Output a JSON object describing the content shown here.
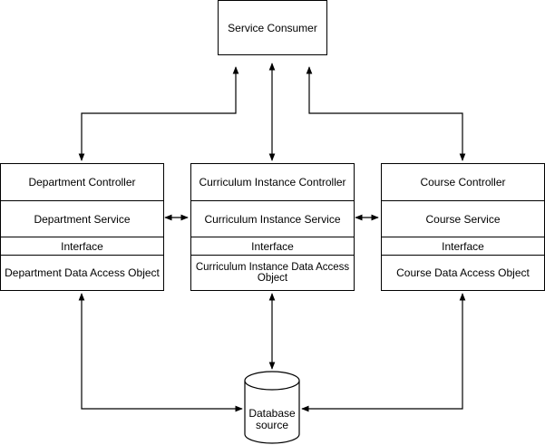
{
  "consumer": {
    "label": "Service Consumer"
  },
  "columns": [
    {
      "controller": "Department Controller",
      "service": "Department Service",
      "interface": "Interface",
      "dao": "Department Data Access Object"
    },
    {
      "controller": "Curriculum Instance Controller",
      "service": "Curriculum Instance Service",
      "interface": "Interface",
      "dao": "Curriculum Instance Data Access Object"
    },
    {
      "controller": "Course Controller",
      "service": "Course Service",
      "interface": "Interface",
      "dao": "Course Data Access Object"
    }
  ],
  "database": {
    "label_line1": "Database",
    "label_line2": "source"
  },
  "colors": {
    "stroke": "#000000",
    "fill": "#ffffff"
  }
}
